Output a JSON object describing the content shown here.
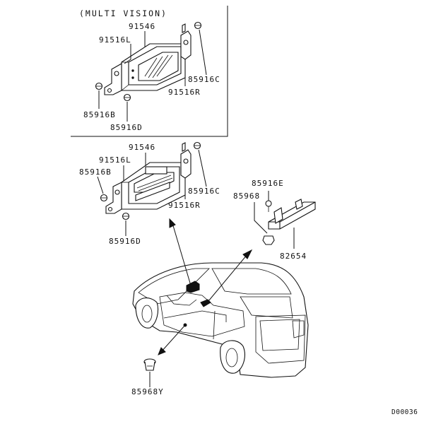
{
  "inset": {
    "header": "(MULTI VISION)",
    "labels": {
      "display": "91546",
      "bracket_left": "91516L",
      "bracket_right": "91516R",
      "screw_c": "85916C",
      "screw_b": "85916B",
      "screw_d": "85916D"
    }
  },
  "main": {
    "labels": {
      "display": "91546",
      "bracket_left": "91516L",
      "bracket_right": "91516R",
      "screw_c": "85916C",
      "screw_b": "85916B",
      "screw_d": "85916D"
    }
  },
  "antenna": {
    "labels": {
      "screw_e": "85916E",
      "clip": "85968",
      "unit": "82654"
    }
  },
  "floor": {
    "labels": {
      "clip_y": "85968Y"
    }
  },
  "footer": {
    "diagram_code": "D00036"
  }
}
